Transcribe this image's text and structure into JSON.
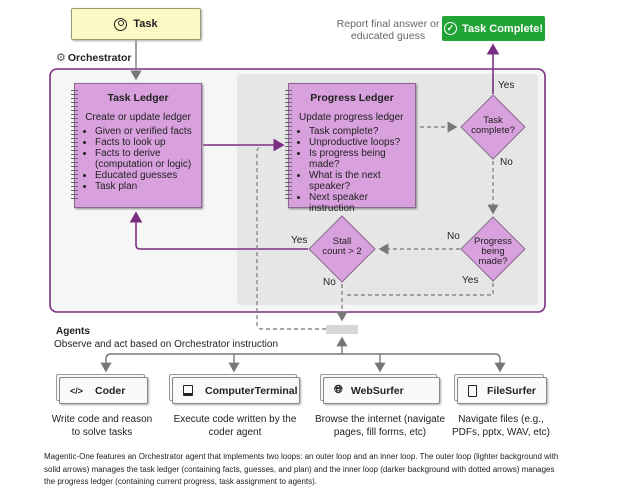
{
  "task": {
    "label": "Task",
    "icon": "user-icon"
  },
  "report_text": "Report final answer or educated guess",
  "task_complete": {
    "label": "Task Complete!",
    "icon": "check-circle-icon",
    "color": "#1fa435"
  },
  "orchestrator": {
    "label": "Orchestrator",
    "icon": "gear-icon",
    "border_color": "#7b2d82"
  },
  "task_ledger": {
    "title": "Task Ledger",
    "subtitle": "Create or update ledger",
    "items": [
      "Given or verified facts",
      "Facts to look up",
      "Facts to derive (computation or logic)",
      "Educated guesses",
      "Task plan"
    ]
  },
  "progress_ledger": {
    "title": "Progress Ledger",
    "subtitle": "Update progress ledger",
    "items": [
      "Task complete?",
      "Unproductive loops?",
      "Is progress being made?",
      "What is the next speaker?",
      "Next speaker instruction"
    ]
  },
  "decisions": {
    "task_complete": "Task complete?",
    "progress": "Progress being made?",
    "stall": "Stall count > 2"
  },
  "edge_labels": {
    "task_complete_yes": "Yes",
    "task_complete_no": "No",
    "progress_no": "No",
    "progress_yes": "Yes",
    "stall_yes": "Yes",
    "stall_no": "No"
  },
  "agents": {
    "title": "Agents",
    "subtitle": "Observe and act based on Orchestrator instruction",
    "items": [
      {
        "name": "Coder",
        "icon": "code-icon",
        "desc": "Write code and reason to solve tasks"
      },
      {
        "name": "ComputerTerminal",
        "icon": "monitor-icon",
        "desc": "Execute code written by the coder agent"
      },
      {
        "name": "WebSurfer",
        "icon": "globe-icon",
        "desc": "Browse the internet (navigate pages, fill forms, etc)"
      },
      {
        "name": "FileSurfer",
        "icon": "file-icon",
        "desc": "Navigate files (e.g., PDFs, pptx, WAV, etc)"
      }
    ]
  },
  "caption": "Magentic-One features an Orchestrator agent that implements two loops: an outer loop and an inner loop. The outer loop (lighter background with solid arrows) manages the task ledger (containing facts, guesses, and plan) and the inner loop (darker background with dotted arrows) manages the progress ledger (containing current progress, task assignment to agents)."
}
